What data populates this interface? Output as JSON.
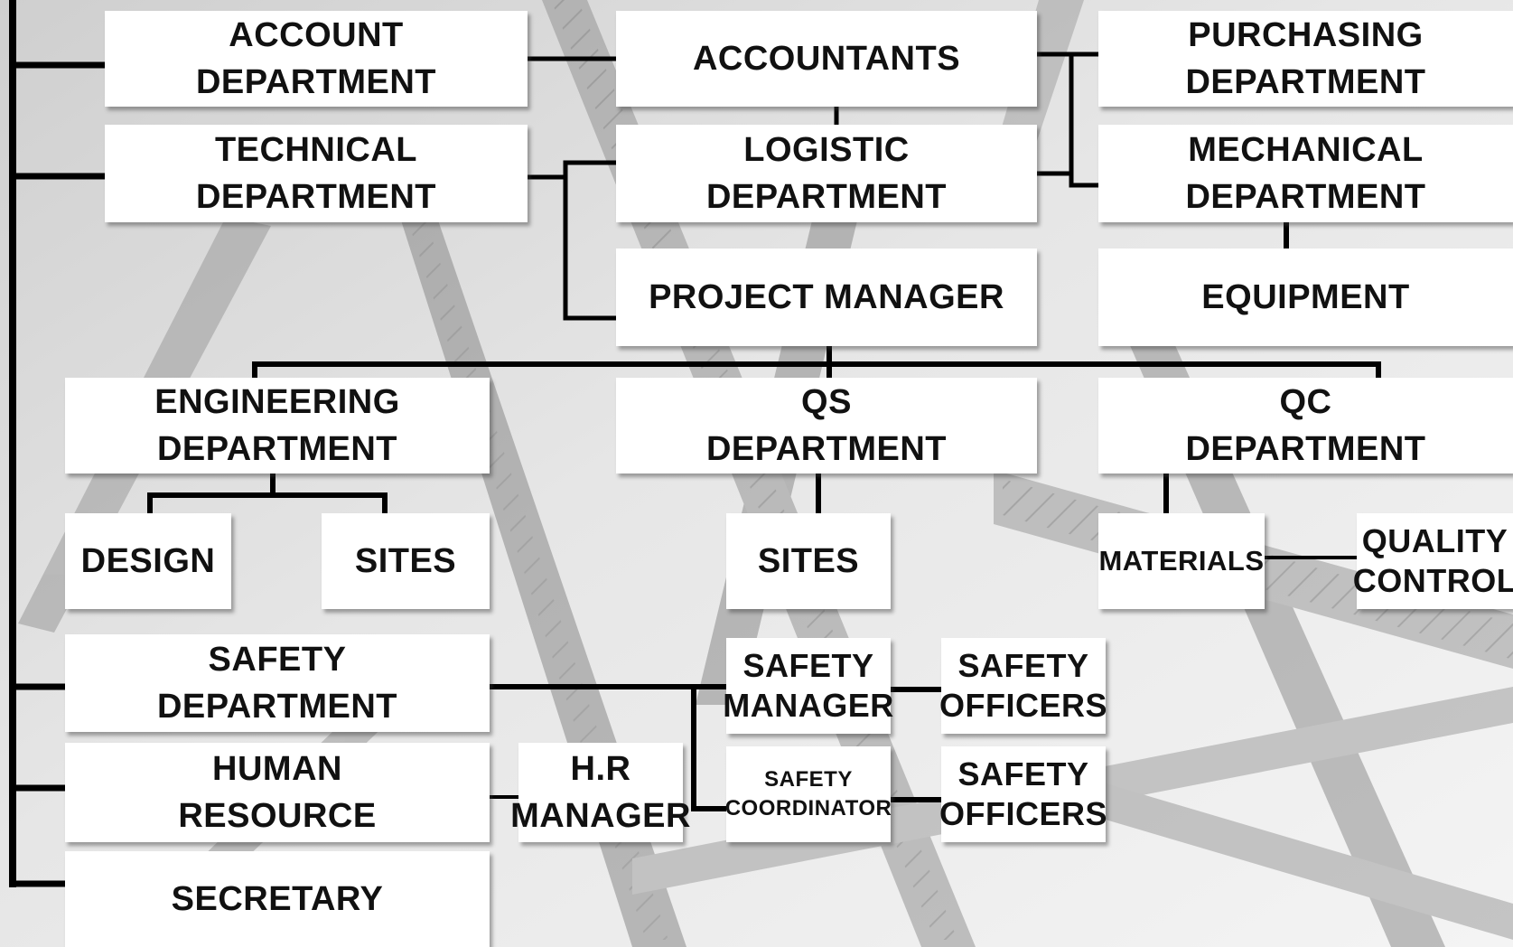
{
  "colors": {
    "box_fill": "#ffffff",
    "connector": "#000000",
    "text": "#111111",
    "background": "#d9d9d9"
  },
  "org_chart": {
    "account_department": "ACCOUNT DEPARTMENT",
    "accountants": "ACCOUNTANTS",
    "purchasing_department": "PURCHASING\nDEPARTMENT",
    "technical_department": "TECHNICAL\nDEPARTMENT",
    "logistic_department": "LOGISTIC\nDEPARTMENT",
    "mechanical_department": "MECHANICAL\nDEPARTMENT",
    "project_manager": "PROJECT MANAGER",
    "equipment": "EQUIPMENT",
    "engineering_department": "ENGINEERING\nDEPARTMENT",
    "qs_department": "QS\nDEPARTMENT",
    "qc_department": "QC\nDEPARTMENT",
    "design": "DESIGN",
    "engineering_sites": "SITES",
    "qs_sites": "SITES",
    "materials": "MATERIALS",
    "quality_control": "QUALITY\nCONTROL",
    "safety_department": "SAFETY\nDEPARTMENT",
    "safety_manager": "SAFETY\nMANAGER",
    "safety_officers_1": "SAFETY\nOFFICERS",
    "human_resource": "HUMAN\nRESOURCE",
    "hr_manager": "H.R\nMANAGER",
    "safety_coordinator": "SAFETY\nCOORDINATOR",
    "safety_officers_2": "SAFETY\nOFFICERS",
    "secretary": "SECRETARY"
  }
}
